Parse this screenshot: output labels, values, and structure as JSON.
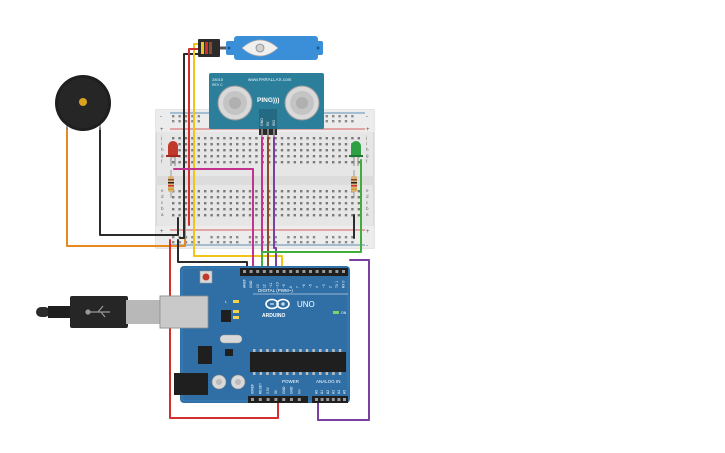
{
  "sensor": {
    "brand": "www.PARALLAX.com",
    "code": "28015",
    "rev": "REV C",
    "name": "PING)))",
    "pins": [
      "GND",
      "5V",
      "SIG"
    ]
  },
  "breadboard": {
    "row_letters_top": [
      "j",
      "i",
      "h",
      "g",
      "f"
    ],
    "row_letters_bottom": [
      "e",
      "d",
      "c",
      "b",
      "a"
    ],
    "rail_signs": [
      "-",
      "+",
      "+",
      "-"
    ]
  },
  "arduino": {
    "brand": "ARDUINO",
    "model": "UNO",
    "digital_label": "DIGITAL (PWM~)",
    "analog_label": "ANALOG IN",
    "power_label": "POWER",
    "digital_pins": [
      "AREF",
      "GND",
      "13",
      "12",
      "~11",
      "~10",
      "~9",
      "8",
      "7",
      "~6",
      "~5",
      "4",
      "~3",
      "2",
      "TX 1",
      "RX 0"
    ],
    "power_pins": [
      "IOREF",
      "RESET",
      "3.3V",
      "5V",
      "GND",
      "GND",
      "Vin"
    ],
    "analog_pins": [
      "A0",
      "A1",
      "A2",
      "A3",
      "A4",
      "A5"
    ],
    "leds": [
      "L",
      "TX",
      "RX",
      "ON"
    ]
  },
  "colors": {
    "board_blue": "#2f6fa5",
    "servo_blue": "#3b8fd9",
    "breadboard": "#e9e9e9",
    "wire_red": "#d32f2f",
    "wire_black": "#2b2b2b",
    "wire_orange": "#e8891f",
    "wire_yellow": "#f2c318",
    "wire_magenta": "#c2338f",
    "wire_green": "#3fae3a",
    "wire_purple": "#7b3fa0",
    "wire_brown": "#8a4b2c",
    "led_red": "#c0392b",
    "led_green": "#2ea043"
  }
}
